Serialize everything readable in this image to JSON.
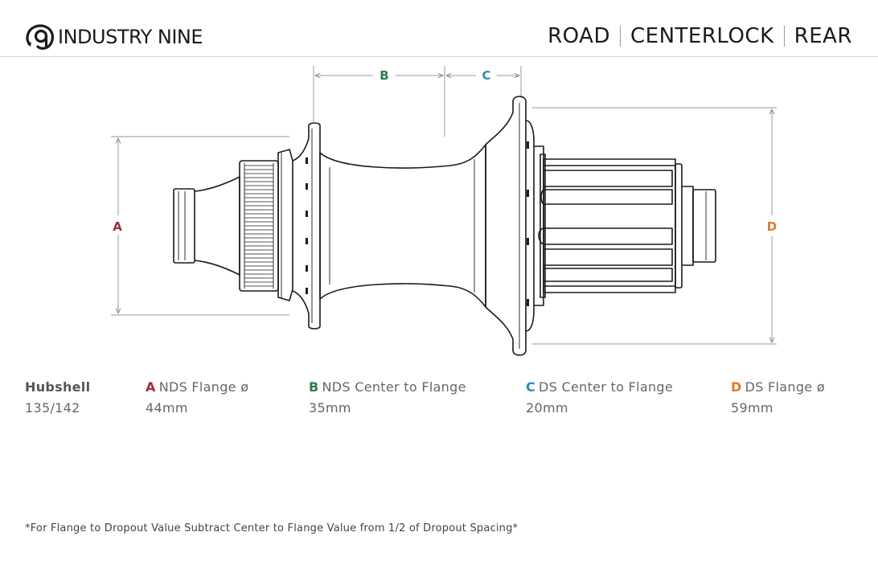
{
  "brand": {
    "name": "INDUSTRY NINE"
  },
  "breadcrumb": [
    "ROAD",
    "CENTERLOCK",
    "REAR"
  ],
  "dimensions": {
    "A": {
      "letter": "A",
      "label": "NDS Flange ø",
      "value": "44mm",
      "color": "#a32a3a"
    },
    "B": {
      "letter": "B",
      "label": "NDS Center to Flange",
      "value": "35mm",
      "color": "#2f7a4a"
    },
    "C": {
      "letter": "C",
      "label": "DS Center to Flange",
      "value": "20mm",
      "color": "#2d8ab2"
    },
    "D": {
      "letter": "D",
      "label": "DS Flange ø",
      "value": "59mm",
      "color": "#e2782a"
    }
  },
  "hubshell": {
    "label": "Hubshell",
    "value": "135/142"
  },
  "footnote": "*For Flange to Dropout Value Subtract Center to Flange Value from 1/2 of Dropout Spacing*"
}
